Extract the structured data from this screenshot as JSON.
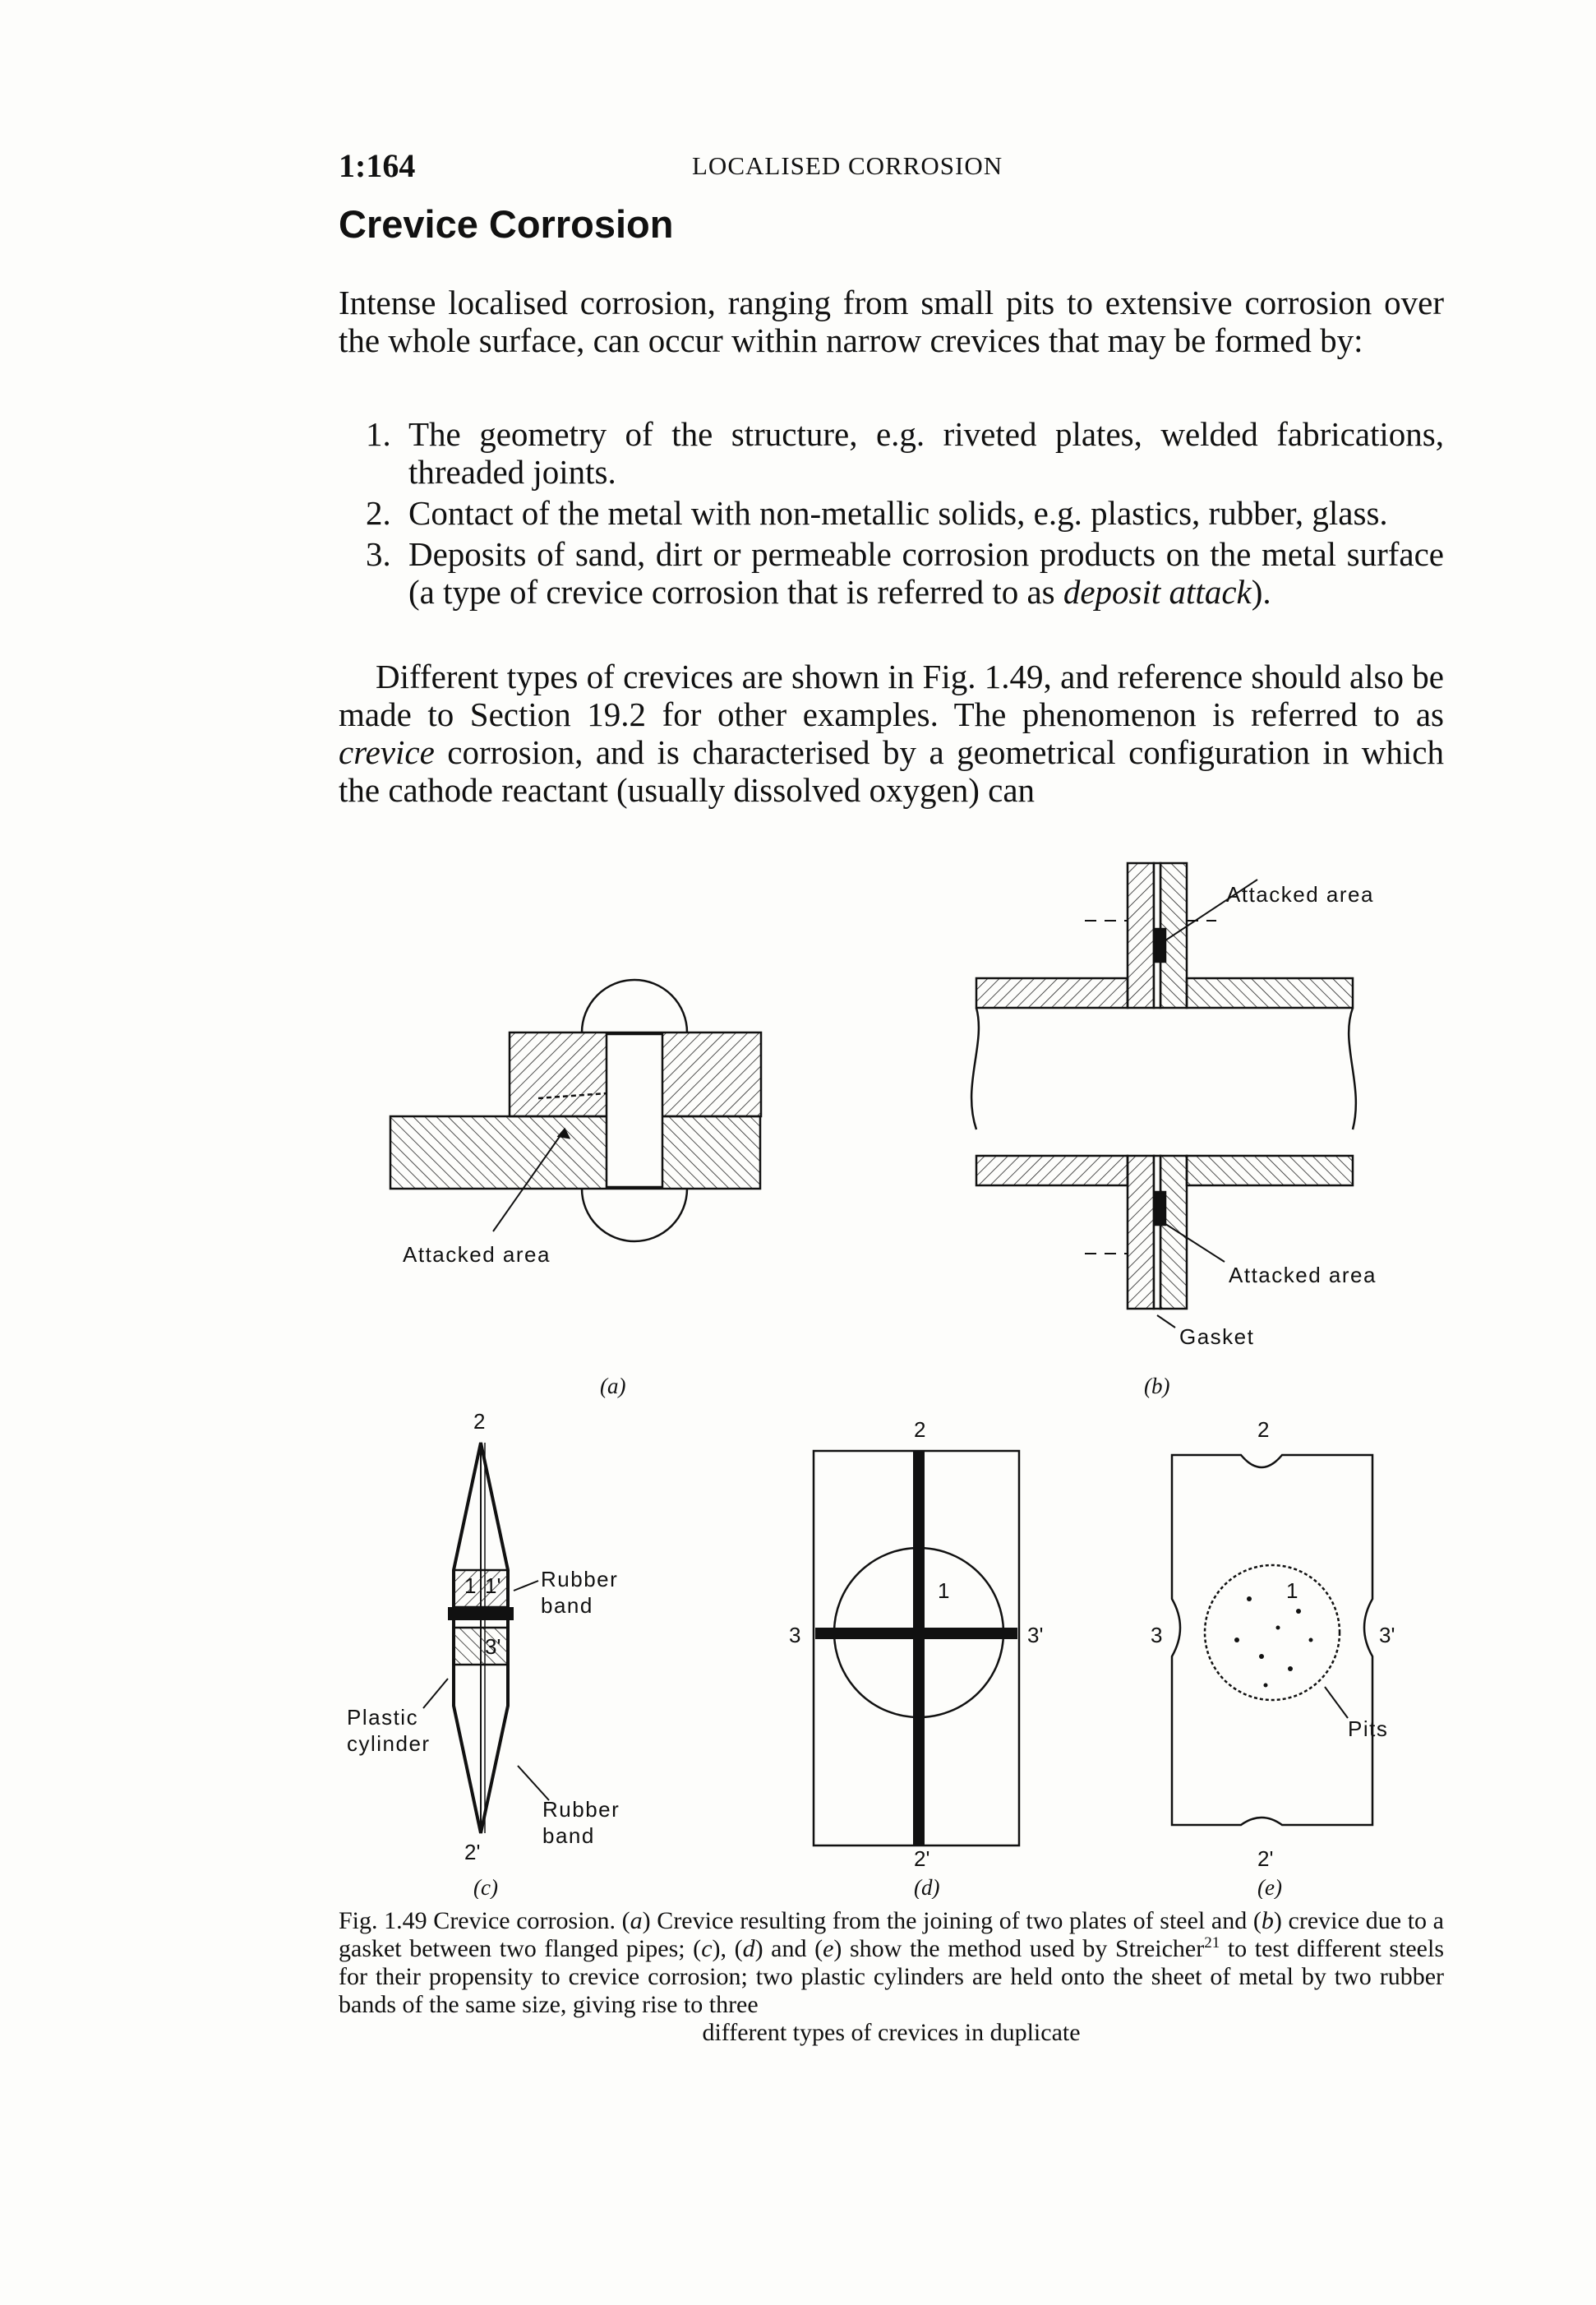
{
  "header": {
    "page_number": "1:164",
    "running_head": "LOCALISED CORROSION"
  },
  "section_title": "Crevice Corrosion",
  "intro_paragraph": "Intense localised corrosion, ranging from small pits to extensive corrosion over the whole surface, can occur within narrow crevices that may be formed by:",
  "list_items": [
    {
      "num": "1.",
      "text": "The geometry of the structure, e.g. riveted plates, welded fabrications, threaded joints."
    },
    {
      "num": "2.",
      "text": "Contact of the metal with non-metallic solids, e.g. plastics, rubber, glass."
    },
    {
      "num": "3.",
      "text_before": "Deposits of sand, dirt or permeable corrosion products on the metal surface (a type of crevice corrosion that is referred to as ",
      "emphasis": "deposit attack",
      "text_after": ")."
    }
  ],
  "paragraph2": {
    "text_before": "Different types of crevices are shown in Fig. 1.49, and reference should also be made to Section 19.2 for other examples. The phenomenon is referred to as ",
    "emphasis": "crevice",
    "text_after": " corrosion, and is characterised by a geometrical configuration in which the cathode reactant (usually dissolved oxygen) can"
  },
  "figure": {
    "a": {
      "label": "(a)",
      "attacked_area": "Attacked area"
    },
    "b": {
      "label": "(b)",
      "attacked_area_top": "Attacked area",
      "attacked_area_bottom": "Attacked area",
      "gasket": "Gasket"
    },
    "c": {
      "label": "(c)",
      "top": "2",
      "bottom": "2'",
      "region_1": "1",
      "region_1p": "1'",
      "region_3p": "3'",
      "rubber_band_1": "Rubber",
      "rubber_band_2": "band",
      "plastic_1": "Plastic",
      "plastic_2": "cylinder",
      "rubber2_1": "Rubber",
      "rubber2_2": "band"
    },
    "d": {
      "label": "(d)",
      "top": "2",
      "bottom": "2'",
      "left": "3",
      "right": "3'",
      "center": "1"
    },
    "e": {
      "label": "(e)",
      "top": "2",
      "bottom": "2'",
      "left": "3",
      "right": "3'",
      "center": "1",
      "pits": "Pits"
    }
  },
  "caption": {
    "t1": "Fig. 1.49   Crevice corrosion. (",
    "a": "a",
    "t2": ") Crevice resulting from the joining of two plates of steel and (",
    "b": "b",
    "t3": ") crevice due to a gasket between two flanged pipes; (",
    "c": "c",
    "t4": "), (",
    "d": "d",
    "t5": ") and (",
    "e": "e",
    "t6": ") show the method used by Streicher",
    "sup": "21",
    "t7": " to test different steels for their propensity to crevice corrosion; two plastic cylinders are held onto the sheet of metal by two rubber bands of the same size, giving rise to three",
    "t8": "different types of crevices in duplicate"
  }
}
